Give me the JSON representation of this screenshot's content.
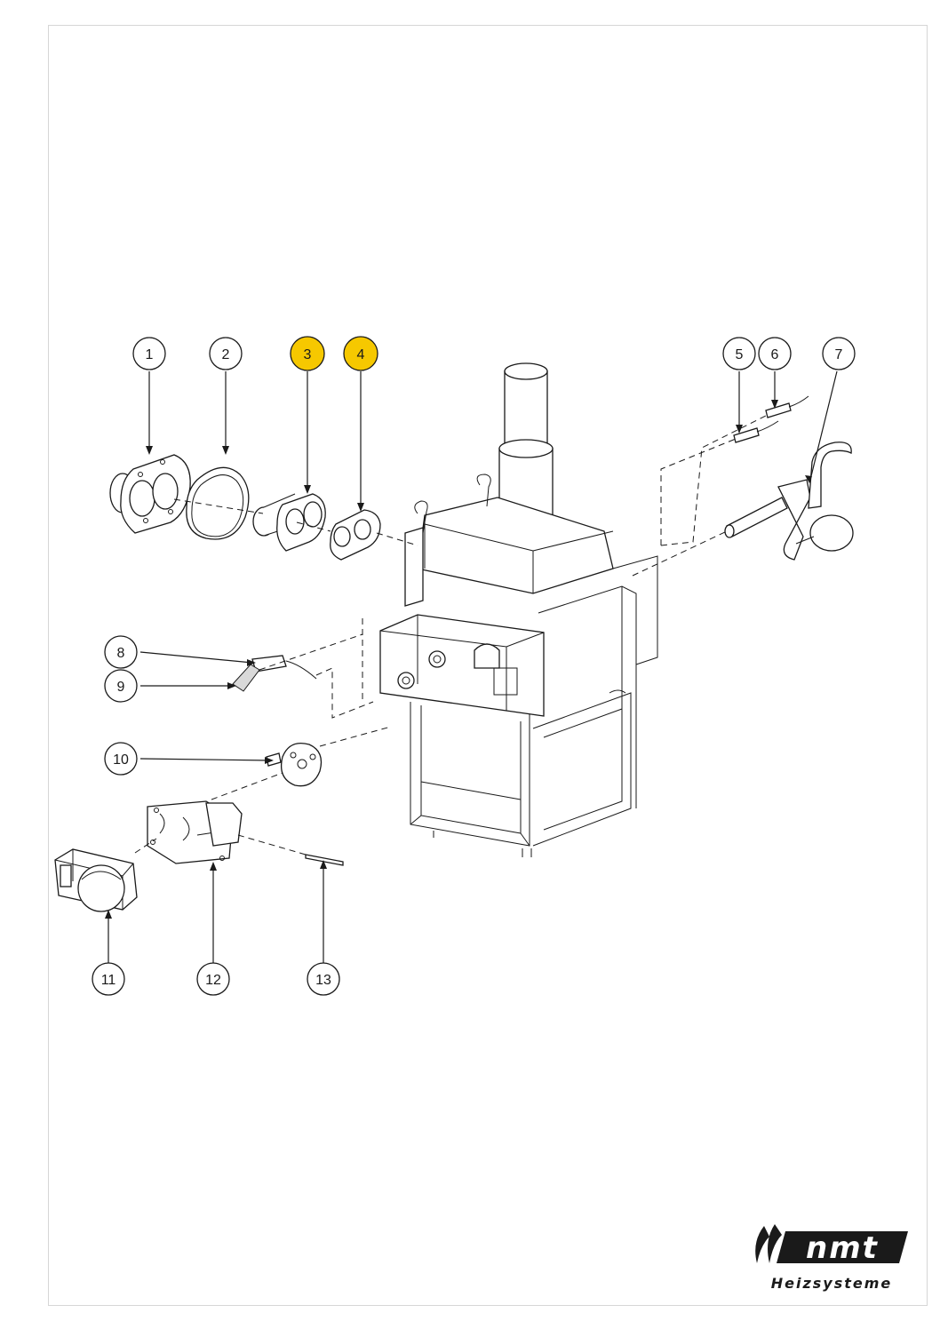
{
  "callouts": [
    {
      "label": "1",
      "highlight": false
    },
    {
      "label": "2",
      "highlight": false
    },
    {
      "label": "3",
      "highlight": true
    },
    {
      "label": "4",
      "highlight": true
    },
    {
      "label": "5",
      "highlight": false
    },
    {
      "label": "6",
      "highlight": false
    },
    {
      "label": "7",
      "highlight": false
    },
    {
      "label": "8",
      "highlight": false
    },
    {
      "label": "9",
      "highlight": false
    },
    {
      "label": "10",
      "highlight": false
    },
    {
      "label": "11",
      "highlight": false
    },
    {
      "label": "12",
      "highlight": false
    },
    {
      "label": "13",
      "highlight": false
    }
  ],
  "highlight_color": "#f6c800",
  "logo": {
    "brand": "nmt",
    "subtitle": "Heizsysteme"
  }
}
